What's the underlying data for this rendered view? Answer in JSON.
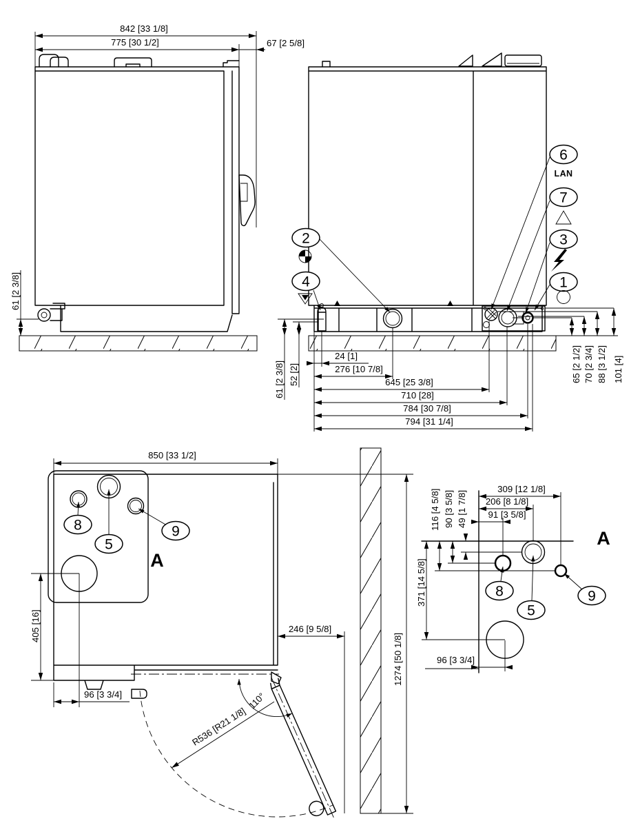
{
  "side_view": {
    "dim_842": "842 [33 1/8]",
    "dim_775": "775 [30 1/2]",
    "dim_67": "67 [2 5/8]",
    "dim_61": "61 [2 3/8]"
  },
  "rear_view": {
    "dim_24": "24 [1]",
    "dim_276": "276 [10 7/8]",
    "dim_645": "645 [25 3/8]",
    "dim_710": "710 [28]",
    "dim_784": "784 [30 7/8]",
    "dim_794": "794 [31 1/4]",
    "dim_61": "61 [2 3/8]",
    "dim_52": "52 [2]",
    "dim_65": "65 [2 1/2]",
    "dim_70": "70 [2 3/4]",
    "dim_88": "88 [3 1/2]",
    "dim_101": "101 [4]",
    "callout_1": "1",
    "callout_2": "2",
    "callout_3": "3",
    "callout_4": "4",
    "callout_6": "6",
    "callout_7": "7",
    "lan_label": "LAN"
  },
  "plan_view": {
    "dim_850": "850 [33 1/2]",
    "dim_405": "405 [16]",
    "dim_96": "96 [3 3/4]",
    "dim_246": "246 [9 5/8]",
    "dim_1274": "1274 [50 1/8]",
    "radius_label": "R536 [R21 1/8]",
    "angle_label": "110°",
    "callout_5": "5",
    "callout_8": "8",
    "callout_9": "9",
    "detail_marker": "A"
  },
  "detail_view": {
    "label": "A",
    "dim_309": "309 [12 1/8]",
    "dim_206": "206 [8 1/8]",
    "dim_91": "91 [3 5/8]",
    "dim_116": "116 [4 5/8]",
    "dim_90": "90 [3 5/8]",
    "dim_49": "49 [1 7/8]",
    "dim_371": "371 [14 5/8]",
    "dim_96": "96 [3 3/4]",
    "callout_5": "5",
    "callout_8": "8",
    "callout_9": "9"
  }
}
